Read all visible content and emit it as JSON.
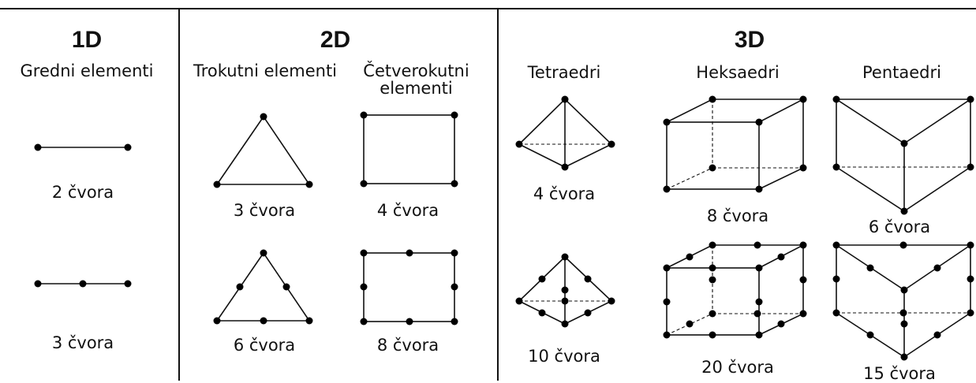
{
  "sections": {
    "d1": {
      "title": "1D",
      "category": "Gredni elementi",
      "items": [
        {
          "count": "2 čvora",
          "nodes": 2
        },
        {
          "count": "3 čvora",
          "nodes": 3
        }
      ]
    },
    "d2": {
      "title": "2D",
      "triangles": {
        "label": "Trokutni elementi",
        "items": [
          {
            "count": "3 čvora",
            "nodes": 3
          },
          {
            "count": "6 čvora",
            "nodes": 6
          }
        ]
      },
      "quads": {
        "label_line1": "Četverokutni",
        "label_line2": "elementi",
        "items": [
          {
            "count": "4 čvora",
            "nodes": 4
          },
          {
            "count": "8 čvora",
            "nodes": 8
          }
        ]
      }
    },
    "d3": {
      "title": "3D",
      "tetra": {
        "label": "Tetraedri",
        "items": [
          {
            "count": "4 čvora",
            "nodes": 4
          },
          {
            "count": "10 čvora",
            "nodes": 10
          }
        ]
      },
      "hexa": {
        "label": "Heksaedri",
        "items": [
          {
            "count": "8 čvora",
            "nodes": 8
          },
          {
            "count": "20 čvora",
            "nodes": 20
          }
        ]
      },
      "penta": {
        "label": "Pentaedri",
        "items": [
          {
            "count": "6 čvora",
            "nodes": 6
          },
          {
            "count": "15 čvora",
            "nodes": 15
          }
        ]
      }
    }
  }
}
